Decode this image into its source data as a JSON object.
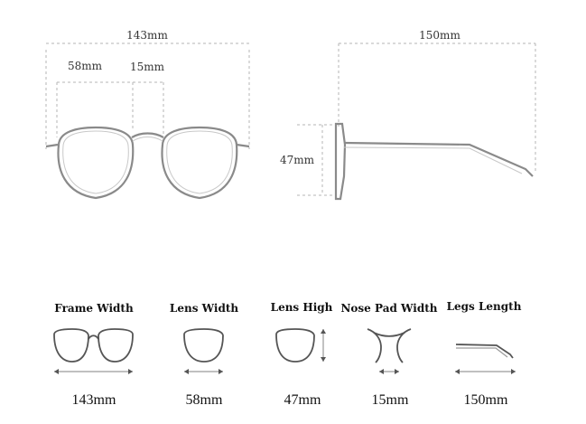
{
  "top_diagram": {
    "front_total_width": "143mm",
    "lens_width": "58mm",
    "bridge_width": "15mm",
    "legs_length": "150mm",
    "lens_height": "47mm"
  },
  "specs": [
    {
      "label": "Frame Width",
      "value": "143mm",
      "icon": "front-frame-icon"
    },
    {
      "label": "Lens Width",
      "value": "58mm",
      "icon": "single-lens-icon"
    },
    {
      "label": "Lens High",
      "value": "47mm",
      "icon": "lens-height-icon"
    },
    {
      "label": "Nose Pad Width",
      "value": "15mm",
      "icon": "nose-pad-icon"
    },
    {
      "label": "Legs Length",
      "value": "150mm",
      "icon": "temple-arm-icon"
    }
  ]
}
